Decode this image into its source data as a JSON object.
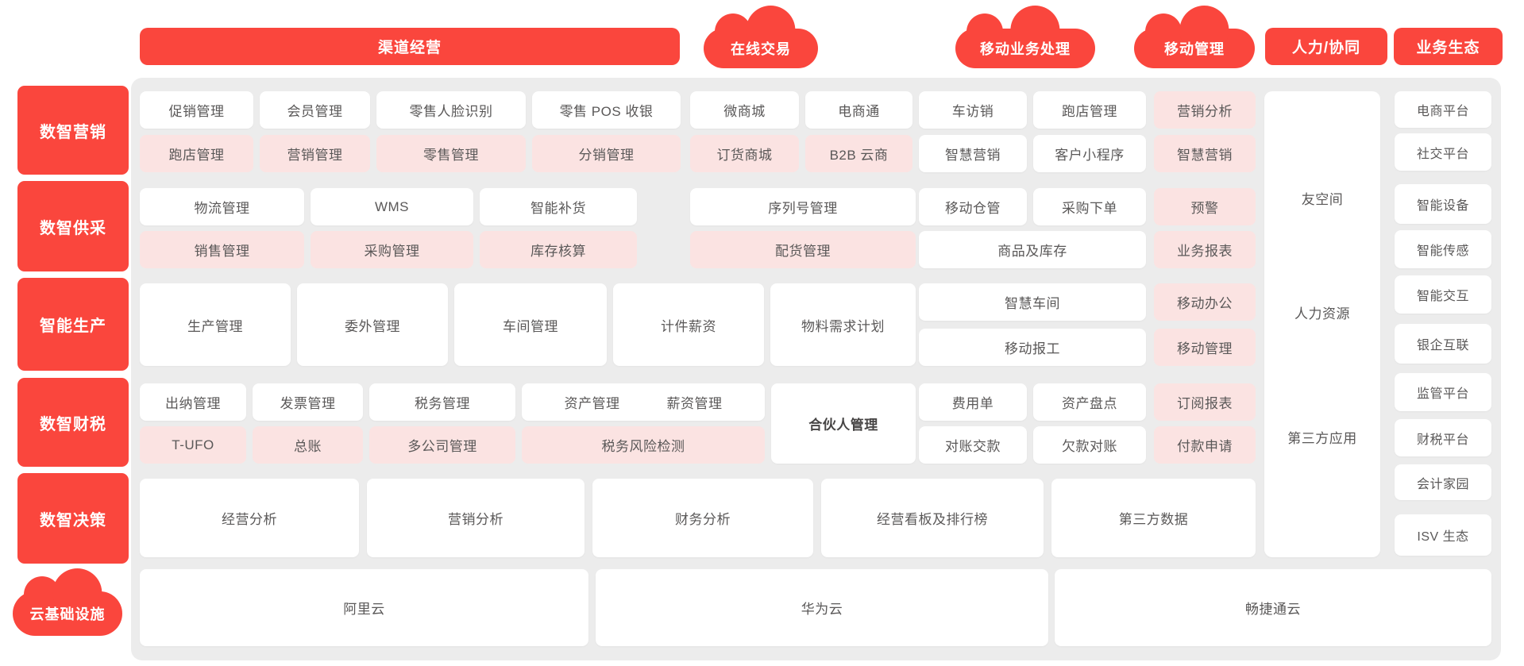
{
  "palette": {
    "red": "#fa463d",
    "pink": "#fbe3e2",
    "panel": "#ececec",
    "text": "#5a5858"
  },
  "headers": {
    "channel": "渠道经营",
    "online": "在线交易",
    "mobile_biz": "移动业务处理",
    "mobile_mgmt": "移动管理",
    "hr_collab": "人力/协同",
    "ecosystem": "业务生态"
  },
  "row_labels": {
    "marketing": "数智营销",
    "supply": "数智供采",
    "production": "智能生产",
    "finance": "数智财税",
    "decision": "数智决策",
    "cloud_infra": "云基础设施"
  },
  "marketing": {
    "row1": [
      "促销管理",
      "会员管理",
      "零售人脸识别",
      "零售 POS 收银",
      "微商城",
      "电商通",
      "车访销",
      "跑店管理",
      "营销分析"
    ],
    "row2": [
      "跑店管理",
      "营销管理",
      "零售管理",
      "分销管理",
      "订货商城",
      "B2B 云商",
      "智慧营销",
      "客户小程序",
      "智慧营销"
    ]
  },
  "supply": {
    "row1": [
      "物流管理",
      "WMS",
      "智能补货",
      "序列号管理",
      "移动仓管",
      "采购下单",
      "预警"
    ],
    "row2": [
      "销售管理",
      "采购管理",
      "库存核算",
      "配货管理",
      "商品及库存",
      "业务报表"
    ]
  },
  "production": {
    "main": [
      "生产管理",
      "委外管理",
      "车间管理",
      "计件薪资",
      "物料需求计划"
    ],
    "right_top": "智慧车间",
    "right_bottom": "移动报工",
    "pink_top": "移动办公",
    "pink_bottom": "移动管理"
  },
  "finance": {
    "row1": [
      "出纳管理",
      "发票管理",
      "税务管理"
    ],
    "combo": [
      "资产管理",
      "薪资管理"
    ],
    "row2": [
      "T-UFO",
      "总账",
      "多公司管理",
      "税务风险检测"
    ],
    "partner": "合伙人管理",
    "right_row1": [
      "费用单",
      "资产盘点"
    ],
    "right_row2": [
      "对账交款",
      "欠款对账"
    ],
    "pink_top": "订阅报表",
    "pink_bottom": "付款申请"
  },
  "decision": {
    "cells": [
      "经营分析",
      "营销分析",
      "财务分析",
      "经营看板及排行榜",
      "第三方数据"
    ]
  },
  "hr_column": [
    "友空间",
    "人力资源",
    "第三方应用"
  ],
  "eco_column": [
    "电商平台",
    "社交平台",
    "智能设备",
    "智能传感",
    "智能交互",
    "银企互联",
    "监管平台",
    "财税平台",
    "会计家园",
    "ISV 生态"
  ],
  "cloud_row": [
    "阿里云",
    "华为云",
    "畅捷通云"
  ]
}
